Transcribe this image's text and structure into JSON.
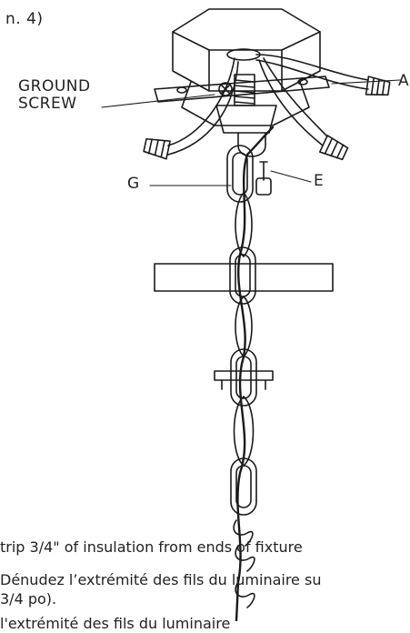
{
  "header": {
    "fig_ref": "n. 4)"
  },
  "labels": {
    "ground_line1": "GROUND",
    "ground_line2": "SCREW",
    "a": "A",
    "g": "G",
    "e": "E"
  },
  "instructions": {
    "en_line": "trip 3/4\" of insulation from ends of fixture",
    "fr_line1": "Dénudez l’extrémité des fils du luminaire su",
    "fr_line2": "3/4 po).",
    "fr_line3": "l'extrémité des fils du luminaire"
  }
}
